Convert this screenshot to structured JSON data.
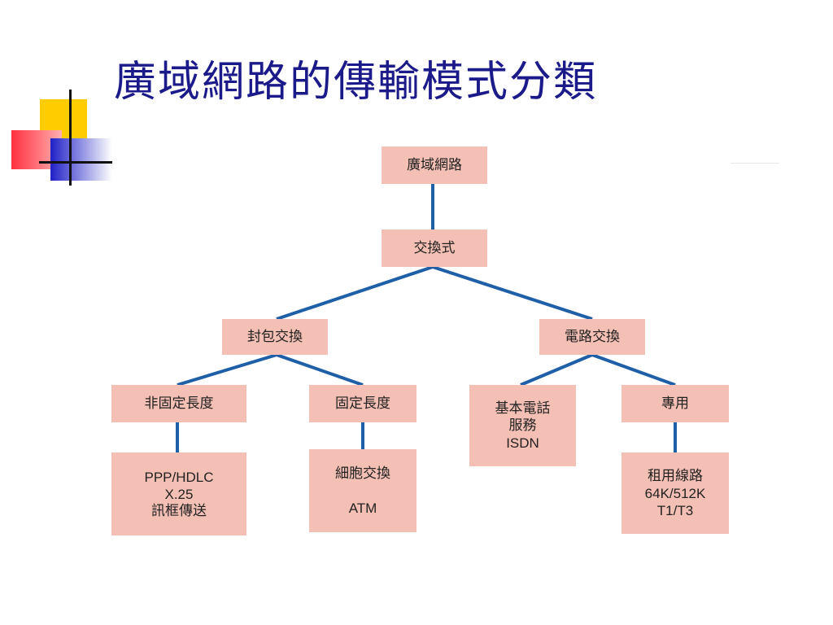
{
  "title": "廣域網路的傳輸模式分類",
  "nodes": {
    "wan": "廣域網路",
    "switched": "交換式",
    "packet": "封包交換",
    "circuit": "電路交換",
    "variable_length": "非固定長度",
    "fixed_length": "固定長度",
    "basic_phone": [
      "基本電話",
      "服務",
      "ISDN"
    ],
    "dedicated": "專用",
    "ppp": [
      "PPP/HDLC",
      "X.25",
      "訊框傳送"
    ],
    "cell": [
      "細胞交換",
      "",
      "ATM"
    ],
    "leased": [
      "租用線路",
      "64K/512K",
      "T1/T3"
    ]
  }
}
